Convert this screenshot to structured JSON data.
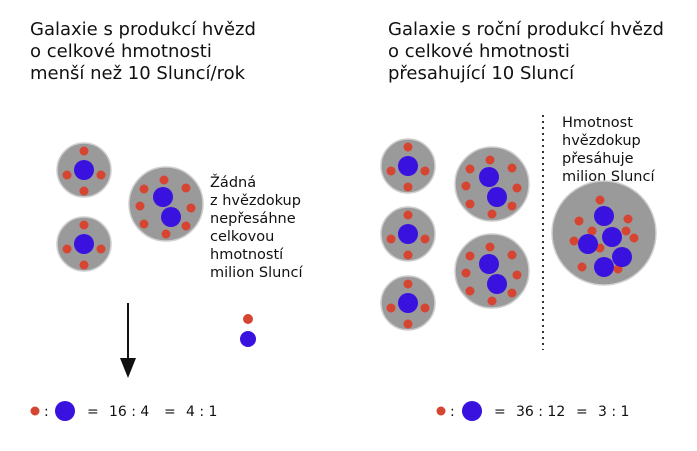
{
  "left_panel": {
    "title": "Galaxie s produkcí hvězd\no celkové hmotnosti\nmenší než 10 Sluncí/rok",
    "annotation": "Žádná\nz hvězdokup\nnepřesáhne\ncelkovou\nhmotností\nmilion Sluncí",
    "ratio": {
      "colon": ":",
      "equals": "=",
      "value": "16 : 4",
      "simplified": "4 : 1"
    }
  },
  "right_panel": {
    "title": "Galaxie s roční produkcí hvězd\no celkové hmotnosti\npřesahující 10 Sluncí",
    "annotation": "Hmotnost\nhvězdokup\npřesáhuje\nmilion Sluncí",
    "ratio": {
      "colon": ":",
      "equals": "=",
      "value": "36 : 12",
      "simplified": "3 : 1"
    }
  },
  "colors": {
    "cluster_fill": "#9a9a9a",
    "cluster_stroke": "#cfcfcf",
    "small_star": "#d64432",
    "big_star": "#3a12e0"
  }
}
